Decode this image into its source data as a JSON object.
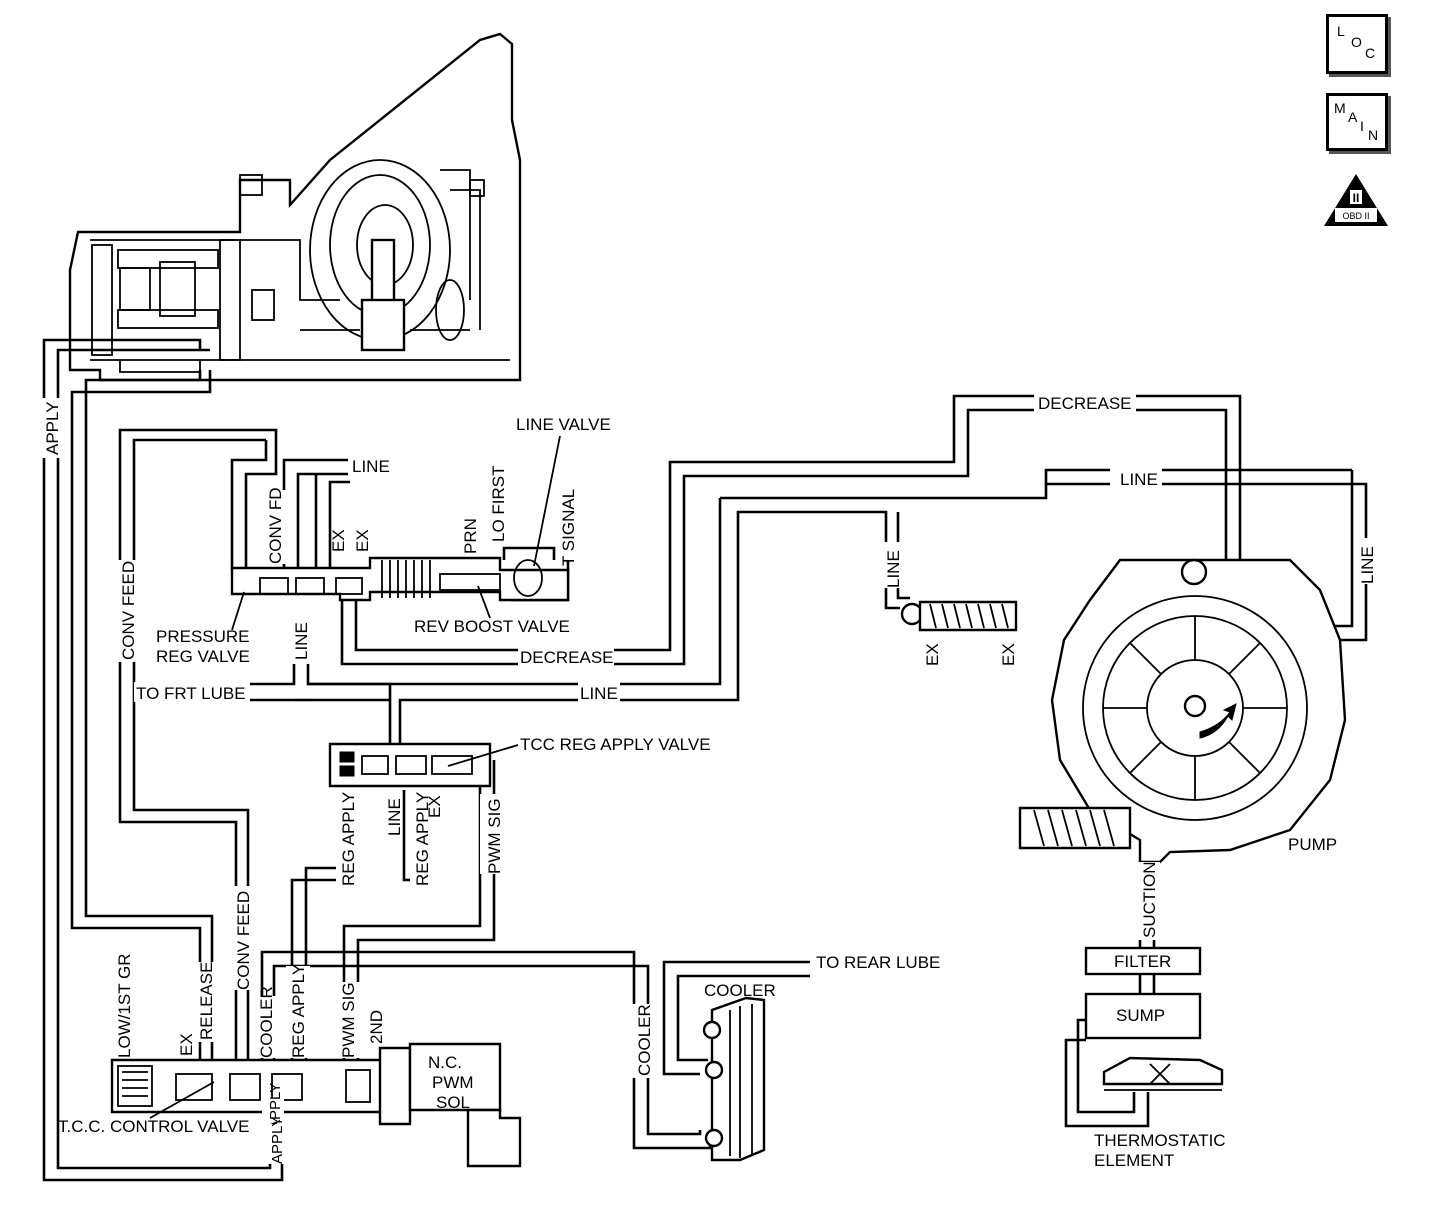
{
  "nav": {
    "loc": [
      "L",
      "O",
      "C"
    ],
    "main": [
      "M",
      "A",
      "I",
      "N"
    ],
    "obd": {
      "roman": "II",
      "label": "OBD II"
    }
  },
  "labels": {
    "apply_left": "APPLY",
    "decrease_top": "DECREASE",
    "line_top": "LINE",
    "line_valve": "LINE VALVE",
    "line_upper": "LINE",
    "conv_fd": "CONV FD",
    "ex1": "EX",
    "ex2": "EX",
    "prn": "PRN",
    "lo_first": "LO FIRST",
    "t_signal": "T SIGNAL",
    "conv_feed_left": "CONV FEED",
    "pressure": "PRESSURE",
    "reg_valve": "REG VALVE",
    "line_mid": "LINE",
    "rev_boost_valve": "REV BOOST VALVE",
    "decrease_mid": "DECREASE",
    "to_frt_lube": "TO FRT LUBE",
    "line_long": "LINE",
    "line_spring": "LINE",
    "ex_spring1": "EX",
    "ex_spring2": "EX",
    "line_right": "LINE",
    "tcc_reg_apply_valve": "TCC REG APPLY VALVE",
    "reg_apply_1": "REG APPLY",
    "line_tcc": "LINE",
    "reg_apply_2": "REG APPLY",
    "ex_tcc": "EX",
    "pwm_sig_1": "PWM SIG",
    "pump": "PUMP",
    "suction": "SUCTION",
    "filter": "FILTER",
    "sump": "SUMP",
    "thermostatic": "THERMOSTATIC",
    "element": "ELEMENT",
    "low_1st_gr": "LOW/1ST GR",
    "release": "RELEASE",
    "conv_feed_low": "CONV FEED",
    "ex_low": "EX",
    "cooler_v": "COOLER",
    "reg_apply_3": "REG APPLY",
    "pwm_sig_2": "PWM SIG",
    "second": "2ND",
    "nc": "N.C.",
    "pwm": "PWM",
    "sol": "SOL",
    "tcc_control_valve": "T.C.C. CONTROL VALVE",
    "apply_low": "APPLY",
    "apply_bottom": "APPLY",
    "to_rear_lube": "TO REAR LUBE",
    "cooler_unit": "COOLER",
    "cooler_line": "COOLER"
  },
  "colors": {
    "ink": "#000000",
    "paper": "#ffffff"
  }
}
